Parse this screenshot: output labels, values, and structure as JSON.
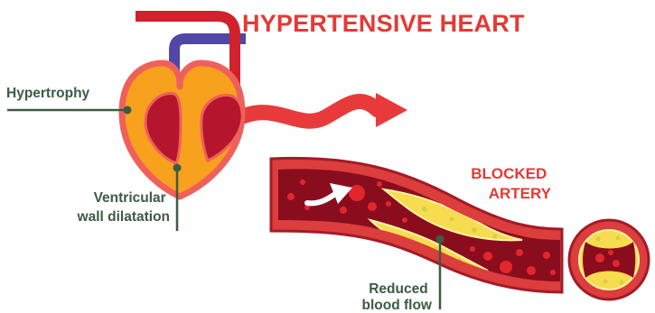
{
  "title": "HYPERTENSIVE HEART",
  "labels": {
    "hypertrophy": "Hypertrophy",
    "ventricular": [
      "Ventricular",
      "wall dilatation"
    ],
    "blocked": [
      "BLOCKED",
      "ARTERY"
    ],
    "reduced": [
      "Reduced",
      "blood flow"
    ]
  },
  "colors": {
    "title_red": "#e53935",
    "label_green": "#3d5a45",
    "heart_outline": "#f0605a",
    "heart_muscle": "#f7a11d",
    "chamber": "#b5152d",
    "blue_vessel": "#5147a6",
    "red_vessel": "#d0212d",
    "flow_arrow": "#e83a3a",
    "artery_wall": "#dc3d3d",
    "artery_lumen": "#8a0d1e",
    "blood_cell": "#e3262e",
    "plaque": "#f6dc4e",
    "plaque_dot": "#d5d23f",
    "leader_line": "#3d5a45"
  },
  "icons": {
    "heart": "heart-icon",
    "flow_arrow": "flow-arrow-icon",
    "direction_arrow": "white-arrow-icon",
    "cross_section": "artery-cross-section-icon"
  }
}
